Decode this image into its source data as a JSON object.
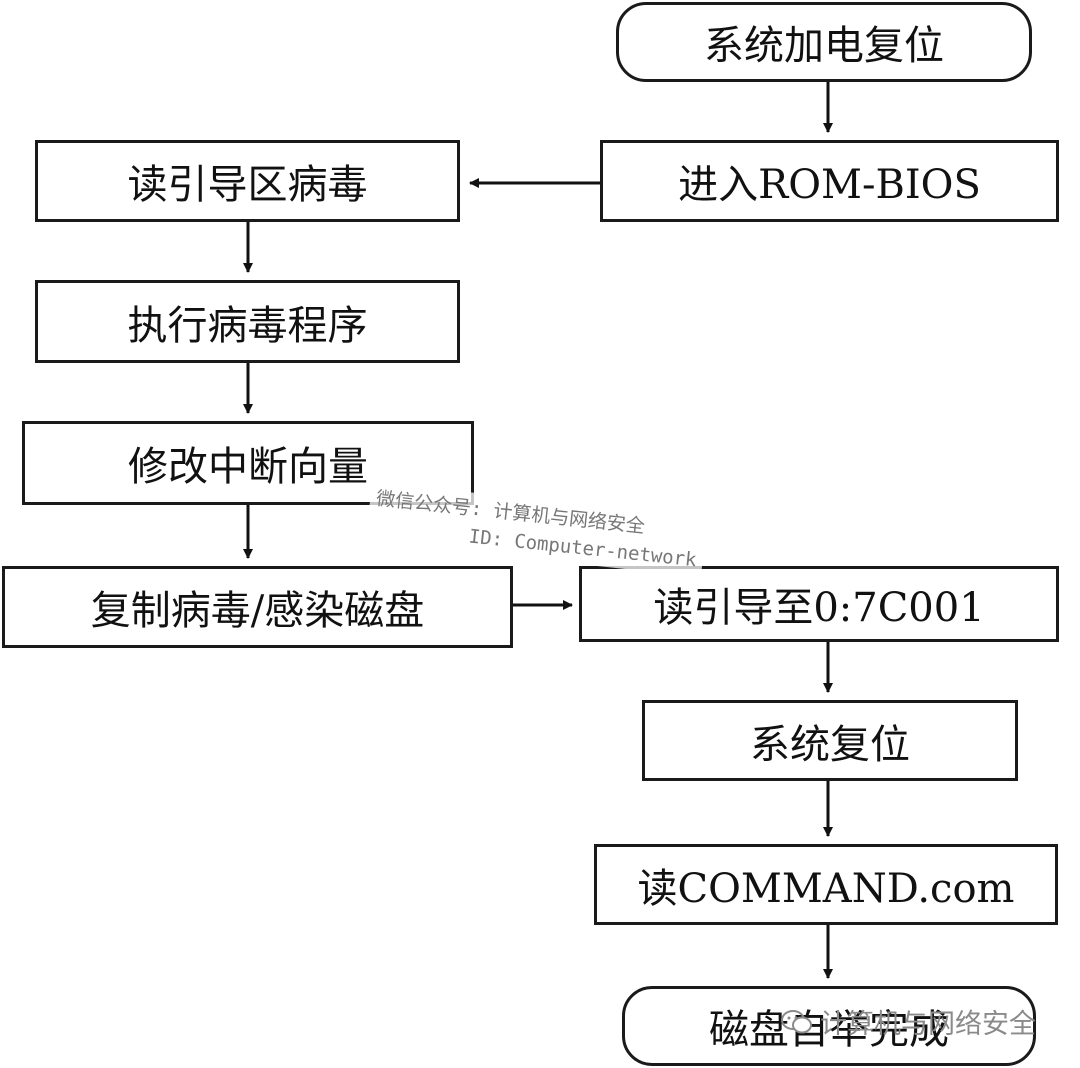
{
  "nodes": {
    "power_reset": "系统加电复位",
    "enter_rom_bios": "进入ROM-BIOS",
    "read_boot_virus": "读引导区病毒",
    "exec_virus": "执行病毒程序",
    "modify_int_vector": "修改中断向量",
    "copy_infect": "复制病毒/感染磁盘",
    "read_boot_to": "读引导至0:7C001",
    "system_reset": "系统复位",
    "read_command": "读COMMAND.com",
    "disk_boot_done": "磁盘自举完成"
  },
  "watermark": {
    "line1": "微信公众号: 计算机与网络安全",
    "line2": "ID: Computer-network",
    "footer": "计算机与网络安全",
    "icon": "wechat-icon"
  }
}
